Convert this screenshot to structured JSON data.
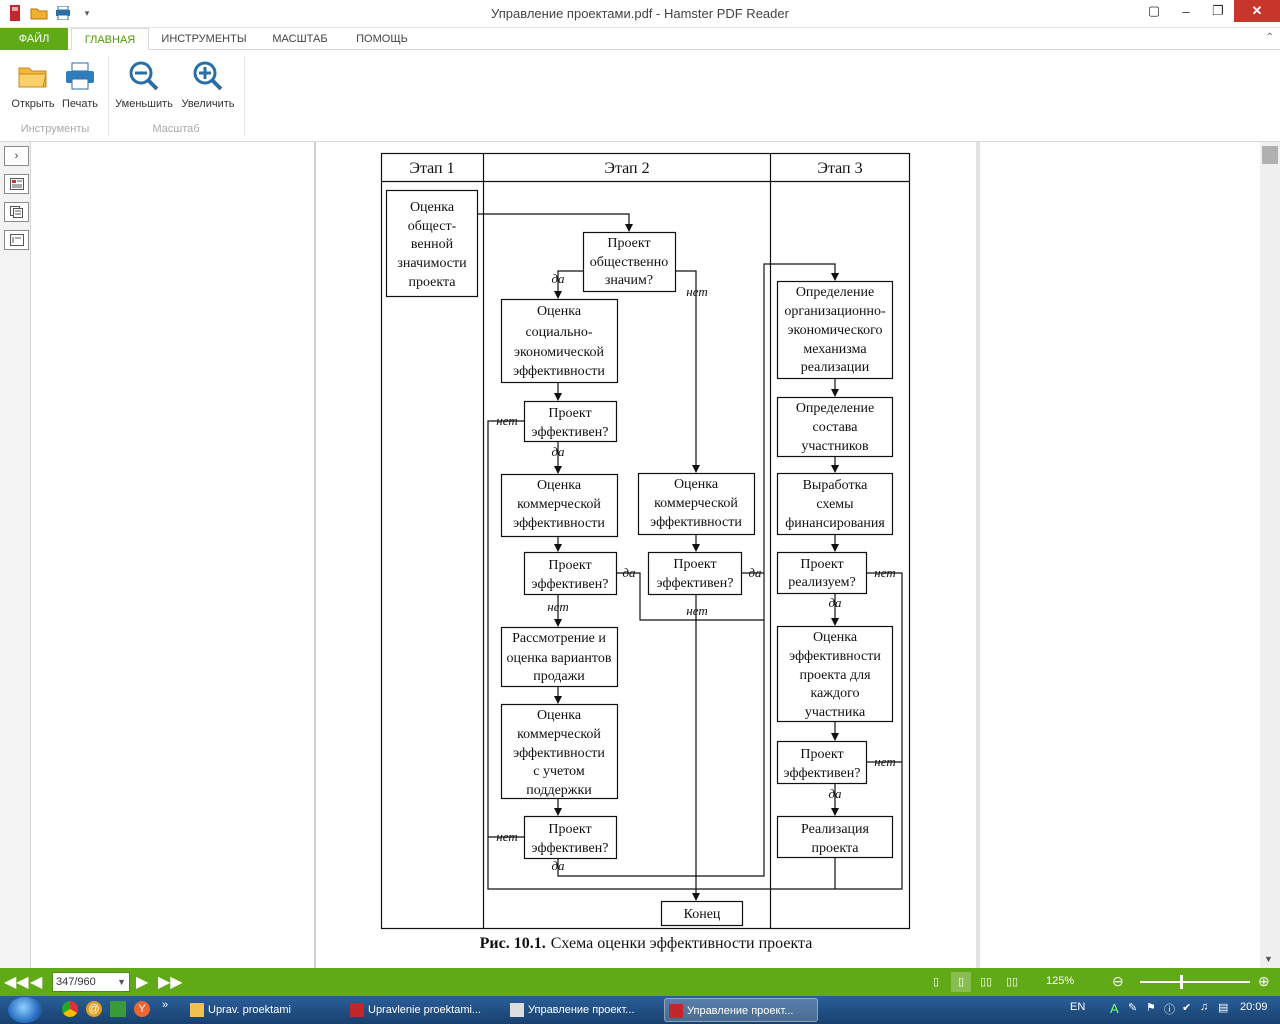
{
  "window": {
    "title": "Управление проектами.pdf - Hamster PDF Reader"
  },
  "tabs": {
    "file": "ФАЙЛ",
    "home": "ГЛАВНАЯ",
    "tools": "ИНСТРУМЕНТЫ",
    "scale": "МАСШТАБ",
    "help": "ПОМОЩЬ"
  },
  "ribbon": {
    "open": "Открыть",
    "print": "Печать",
    "zoom_out": "Уменьшить",
    "zoom_in": "Увеличить",
    "group_tools": "Инструменты",
    "group_scale": "Масштаб"
  },
  "diagram": {
    "stages": [
      "Этап 1",
      "Этап 2",
      "Этап 3"
    ],
    "boxes": {
      "b1": [
        "Оценка",
        "общест-",
        "венной",
        "значимости",
        "проекта"
      ],
      "b2": [
        "Проект",
        "общественно",
        "значим?"
      ],
      "b3": [
        "Оценка",
        "социально-",
        "экономической",
        "эффективности"
      ],
      "b4": [
        "Проект",
        "эффективен?"
      ],
      "b5": [
        "Оценка",
        "коммерческой",
        "эффективности"
      ],
      "b6": [
        "Проект",
        "эффективен?"
      ],
      "b7": [
        "Рассмотрение и",
        "оценка вариантов",
        "продажи"
      ],
      "b8": [
        "Оценка",
        "коммерческой",
        "эффективности",
        "с учетом",
        "поддержки"
      ],
      "b9": [
        "Проект",
        "эффективен?"
      ],
      "b10": [
        "Оценка",
        "коммерческой",
        "эффективности"
      ],
      "b11": [
        "Проект",
        "эффективен?"
      ],
      "b12": [
        "Определение",
        "организационно-",
        "экономического",
        "механизма",
        "реализации"
      ],
      "b13": [
        "Определение",
        "состава",
        "участников"
      ],
      "b14": [
        "Выработка",
        "схемы",
        "финансирования"
      ],
      "b15": [
        "Проект",
        "реализуем?"
      ],
      "b16": [
        "Оценка",
        "эффективности",
        "проекта для",
        "каждого",
        "участника"
      ],
      "b17": [
        "Проект",
        "эффективен?"
      ],
      "b18": [
        "Реализация",
        "проекта"
      ],
      "end": [
        "Конец"
      ]
    },
    "yes": "да",
    "no": "нет",
    "caption_bold": "Рис. 10.1.",
    "caption_text": "Схема оценки эффективности проекта"
  },
  "statusbar": {
    "page": "347/960",
    "zoom": "125%"
  },
  "taskbar": {
    "items": [
      "Uprav. proektami",
      "Upravlenie proektami...",
      "Управление проект...",
      "Управление проект..."
    ],
    "lang": "EN",
    "clock": "20:09"
  }
}
